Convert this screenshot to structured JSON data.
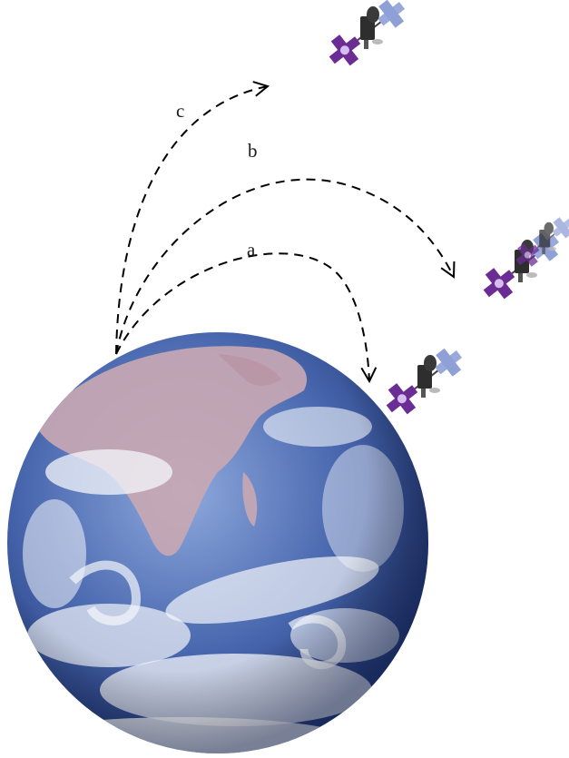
{
  "diagram": {
    "paths": [
      {
        "id": "a",
        "label": "a"
      },
      {
        "id": "b",
        "label": "b"
      },
      {
        "id": "c",
        "label": "c"
      }
    ]
  },
  "colors": {
    "ocean_light": "#7d9ad6",
    "ocean_dark": "#1d3577",
    "land": "#c9a9b3",
    "cloud": "#f4f6fb",
    "arrow": "#000000",
    "panel_purple": "#6b2d93",
    "panel_blue": "#8fa0d6",
    "satellite_body": "#2e2e2e"
  },
  "icons": [
    "earth-globe",
    "satellite-icon"
  ]
}
